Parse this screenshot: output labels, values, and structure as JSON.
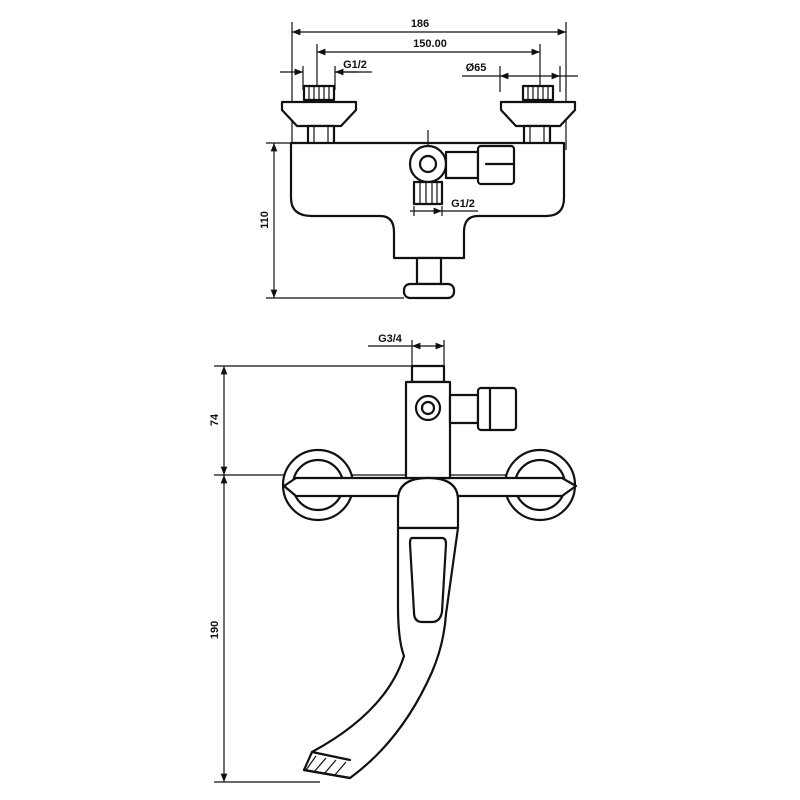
{
  "top_view": {
    "dim_overall_width": "186",
    "dim_center_distance": "150.00",
    "dim_left_thread": "G1/2",
    "dim_flange_diameter": "Ø65",
    "dim_body_height": "110",
    "dim_outlet_thread": "G1/2"
  },
  "front_view": {
    "dim_diverter_thread": "G3/4",
    "dim_upper_height": "74",
    "dim_spout_height": "190"
  },
  "colors": {
    "line": "#111111",
    "background": "#ffffff"
  }
}
